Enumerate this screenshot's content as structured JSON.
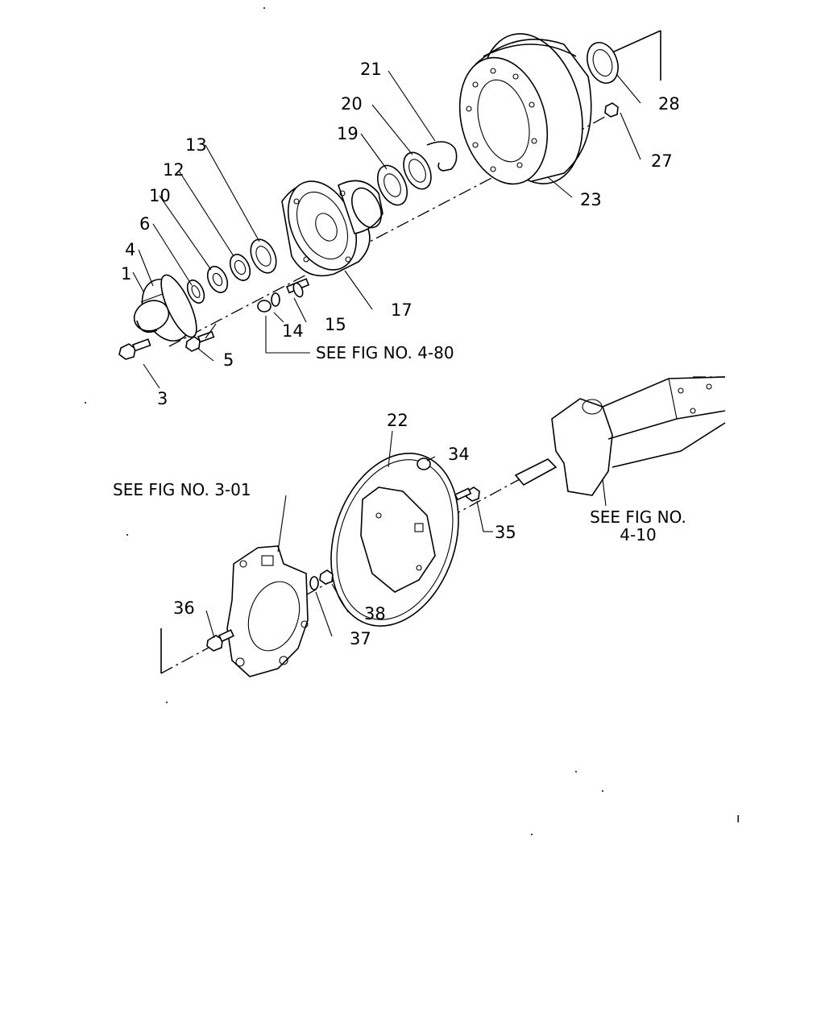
{
  "diagram": {
    "callouts": {
      "c1": "1",
      "c3": "3",
      "c4": "4",
      "c5": "5",
      "c6": "6",
      "c10": "10",
      "c12": "12",
      "c13": "13",
      "c14": "14",
      "c15": "15",
      "c17": "17",
      "c19": "19",
      "c20": "20",
      "c21": "21",
      "c22": "22",
      "c23": "23",
      "c27": "27",
      "c28": "28",
      "c34": "34",
      "c35": "35",
      "c36": "36",
      "c37": "37",
      "c38": "38"
    },
    "references": {
      "fig_4_80": "SEE FIG NO. 4-80",
      "fig_3_01": "SEE FIG NO. 3-01",
      "fig_4_10_line1": "SEE FIG NO.",
      "fig_4_10_line2": "4-10",
      "stray_mark": "ı"
    }
  }
}
